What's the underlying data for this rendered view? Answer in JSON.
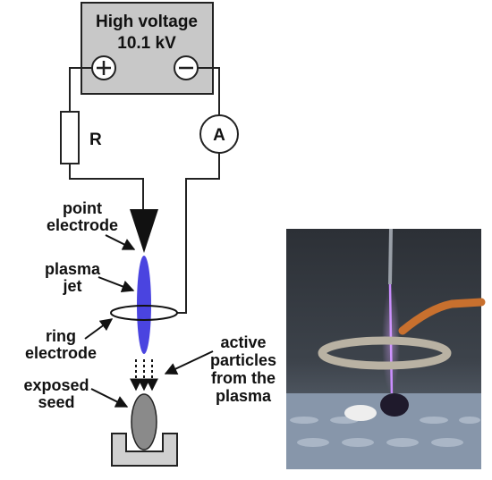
{
  "power_supply": {
    "title": "High voltage",
    "voltage": "10.1 kV",
    "positive_symbol": "+",
    "negative_symbol": "−"
  },
  "components": {
    "resistor_label": "R",
    "ammeter_label": "A"
  },
  "labels": {
    "point_electrode": [
      "point",
      "electrode"
    ],
    "plasma_jet": [
      "plasma",
      "jet"
    ],
    "ring_electrode": [
      "ring",
      "electrode"
    ],
    "exposed_seed": [
      "exposed",
      "seed"
    ],
    "active_particles": [
      "active",
      "particles",
      "from the",
      "plasma"
    ]
  },
  "colors": {
    "supply_fill": "#c8c8c8",
    "plasma": "#4a44e0",
    "seed": "#8a8a8a",
    "holder": "#d0d0d0",
    "photo_bg": "#3b4047"
  },
  "photo": {
    "description_icon": "plasma-jet-photo"
  }
}
